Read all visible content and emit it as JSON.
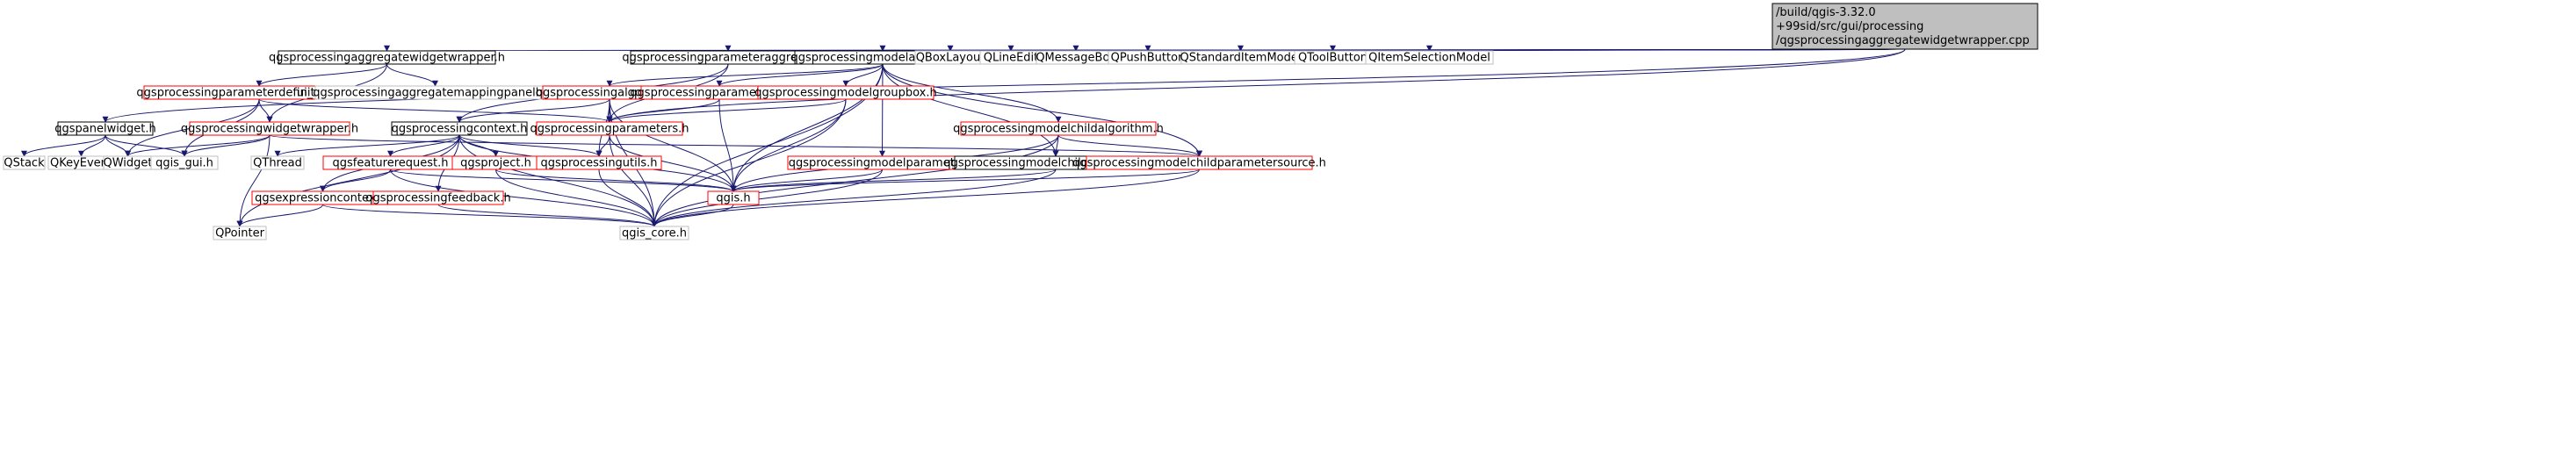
{
  "colors": {
    "root_fill": "#bfbfbf",
    "root_stroke": "#000000",
    "documented_stroke": "#000000",
    "undocumented_stroke": "#ff0000",
    "external_stroke": "#bfbfbf",
    "external_text": "#7f7f7f",
    "edge": "#191970",
    "background": "#ffffff"
  },
  "nodes": [
    {
      "id": "root",
      "kind": "root",
      "lines": [
        "/build/qgis-3.32.0",
        "+99sid/src/gui/processing",
        "/qgsprocessingaggregatewidgetwrapper.cpp"
      ]
    },
    {
      "id": "aggwidgetwrapper_h",
      "kind": "documented",
      "lines": [
        "qgsprocessingaggregatewidgetwrapper.h"
      ]
    },
    {
      "id": "paramaggregate_h",
      "kind": "documented",
      "lines": [
        "qgsprocessingparameteraggregate.h"
      ]
    },
    {
      "id": "modelalgorithm_h",
      "kind": "documented",
      "lines": [
        "qgsprocessingmodelalgorithm.h"
      ]
    },
    {
      "id": "QBoxLayout",
      "kind": "external",
      "lines": [
        "QBoxLayout"
      ]
    },
    {
      "id": "QLineEdit",
      "kind": "external",
      "lines": [
        "QLineEdit"
      ]
    },
    {
      "id": "QMessageBox",
      "kind": "external",
      "lines": [
        "QMessageBox"
      ]
    },
    {
      "id": "QPushButton",
      "kind": "external",
      "lines": [
        "QPushButton"
      ]
    },
    {
      "id": "QStandardItemModel",
      "kind": "external",
      "lines": [
        "QStandardItemModel"
      ]
    },
    {
      "id": "QToolButton",
      "kind": "external",
      "lines": [
        "QToolButton"
      ]
    },
    {
      "id": "QItemSelectionModel",
      "kind": "external",
      "lines": [
        "QItemSelectionModel"
      ]
    },
    {
      "id": "paramdefwidget_h",
      "kind": "undocumented",
      "lines": [
        "qgsprocessingparameterdefinitionwidget.h"
      ]
    },
    {
      "id": "ui_mappingpanel",
      "kind": "external",
      "lines": [
        "ui_qgsprocessingaggregatemappingpanelbase.h"
      ]
    },
    {
      "id": "algorithm_h",
      "kind": "undocumented",
      "lines": [
        "qgsprocessingalgorithm.h"
      ]
    },
    {
      "id": "paramtype_h",
      "kind": "undocumented",
      "lines": [
        "qgsprocessingparametertype.h"
      ]
    },
    {
      "id": "modelgroupbox_h",
      "kind": "undocumented",
      "lines": [
        "qgsprocessingmodelgroupbox.h"
      ]
    },
    {
      "id": "panelwidget_h",
      "kind": "documented",
      "lines": [
        "qgspanelwidget.h"
      ]
    },
    {
      "id": "widgetwrapper_h",
      "kind": "undocumented",
      "lines": [
        "qgsprocessingwidgetwrapper.h"
      ]
    },
    {
      "id": "context_h",
      "kind": "documented",
      "lines": [
        "qgsprocessingcontext.h"
      ]
    },
    {
      "id": "parameters_h",
      "kind": "undocumented",
      "lines": [
        "qgsprocessingparameters.h"
      ]
    },
    {
      "id": "modelchildalg_h",
      "kind": "undocumented",
      "lines": [
        "qgsprocessingmodelchildalgorithm.h"
      ]
    },
    {
      "id": "QStack",
      "kind": "external",
      "lines": [
        "QStack"
      ]
    },
    {
      "id": "QKeyEvent",
      "kind": "external",
      "lines": [
        "QKeyEvent"
      ]
    },
    {
      "id": "QWidget",
      "kind": "external",
      "lines": [
        "QWidget"
      ]
    },
    {
      "id": "qgis_gui_h",
      "kind": "external",
      "lines": [
        "qgis_gui.h"
      ]
    },
    {
      "id": "QThread",
      "kind": "external",
      "lines": [
        "QThread"
      ]
    },
    {
      "id": "featurerequest_h",
      "kind": "undocumented",
      "lines": [
        "qgsfeaturerequest.h"
      ]
    },
    {
      "id": "project_h",
      "kind": "undocumented",
      "lines": [
        "qgsproject.h"
      ]
    },
    {
      "id": "utils_h",
      "kind": "undocumented",
      "lines": [
        "qgsprocessingutils.h"
      ]
    },
    {
      "id": "modelparameter_h",
      "kind": "undocumented",
      "lines": [
        "qgsprocessingmodelparameter.h"
      ]
    },
    {
      "id": "childdependency_h",
      "kind": "documented",
      "lines": [
        "qgsprocessingmodelchilddependency.h"
      ]
    },
    {
      "id": "childparamsource_h",
      "kind": "undocumented",
      "lines": [
        "qgsprocessingmodelchildparametersource.h"
      ]
    },
    {
      "id": "exprcontext_h",
      "kind": "undocumented",
      "lines": [
        "qgsexpressioncontext.h"
      ]
    },
    {
      "id": "feedback_h",
      "kind": "undocumented",
      "lines": [
        "qgsprocessingfeedback.h"
      ]
    },
    {
      "id": "qgis_h",
      "kind": "undocumented",
      "lines": [
        "qgis.h"
      ]
    },
    {
      "id": "QPointer",
      "kind": "external",
      "lines": [
        "QPointer"
      ]
    },
    {
      "id": "qgis_core_h",
      "kind": "external",
      "lines": [
        "qgis_core.h"
      ]
    }
  ],
  "edges": [
    [
      "root",
      "aggwidgetwrapper_h"
    ],
    [
      "root",
      "paramaggregate_h"
    ],
    [
      "root",
      "modelalgorithm_h"
    ],
    [
      "root",
      "QBoxLayout"
    ],
    [
      "root",
      "QLineEdit"
    ],
    [
      "root",
      "QMessageBox"
    ],
    [
      "root",
      "QPushButton"
    ],
    [
      "root",
      "QStandardItemModel"
    ],
    [
      "root",
      "QToolButton"
    ],
    [
      "root",
      "QItemSelectionModel"
    ],
    [
      "root",
      "panelwidget_h"
    ],
    [
      "root",
      "parameters_h"
    ],
    [
      "aggwidgetwrapper_h",
      "paramdefwidget_h"
    ],
    [
      "aggwidgetwrapper_h",
      "ui_mappingpanel"
    ],
    [
      "aggwidgetwrapper_h",
      "widgetwrapper_h"
    ],
    [
      "paramaggregate_h",
      "parameters_h"
    ],
    [
      "paramaggregate_h",
      "context_h"
    ],
    [
      "modelalgorithm_h",
      "algorithm_h"
    ],
    [
      "modelalgorithm_h",
      "paramtype_h"
    ],
    [
      "modelalgorithm_h",
      "modelgroupbox_h"
    ],
    [
      "modelalgorithm_h",
      "modelchildalg_h"
    ],
    [
      "modelalgorithm_h",
      "modelparameter_h"
    ],
    [
      "modelalgorithm_h",
      "childdependency_h"
    ],
    [
      "modelalgorithm_h",
      "childparamsource_h"
    ],
    [
      "modelalgorithm_h",
      "qgis_h"
    ],
    [
      "modelalgorithm_h",
      "qgis_core_h"
    ],
    [
      "paramdefwidget_h",
      "widgetwrapper_h"
    ],
    [
      "paramdefwidget_h",
      "parameters_h"
    ],
    [
      "paramdefwidget_h",
      "QWidget"
    ],
    [
      "paramdefwidget_h",
      "qgis_gui_h"
    ],
    [
      "algorithm_h",
      "context_h"
    ],
    [
      "algorithm_h",
      "parameters_h"
    ],
    [
      "algorithm_h",
      "utils_h"
    ],
    [
      "algorithm_h",
      "qgis_h"
    ],
    [
      "algorithm_h",
      "qgis_core_h"
    ],
    [
      "paramtype_h",
      "parameters_h"
    ],
    [
      "paramtype_h",
      "qgis_h"
    ],
    [
      "modelgroupbox_h",
      "parameters_h"
    ],
    [
      "modelgroupbox_h",
      "qgis_h"
    ],
    [
      "modelgroupbox_h",
      "qgis_core_h"
    ],
    [
      "panelwidget_h",
      "QStack"
    ],
    [
      "panelwidget_h",
      "QKeyEvent"
    ],
    [
      "panelwidget_h",
      "QWidget"
    ],
    [
      "panelwidget_h",
      "qgis_gui_h"
    ],
    [
      "widgetwrapper_h",
      "QWidget"
    ],
    [
      "widgetwrapper_h",
      "qgis_gui_h"
    ],
    [
      "widgetwrapper_h",
      "QPointer"
    ],
    [
      "widgetwrapper_h",
      "childparamsource_h"
    ],
    [
      "context_h",
      "QThread"
    ],
    [
      "context_h",
      "featurerequest_h"
    ],
    [
      "context_h",
      "project_h"
    ],
    [
      "context_h",
      "utils_h"
    ],
    [
      "context_h",
      "exprcontext_h"
    ],
    [
      "context_h",
      "feedback_h"
    ],
    [
      "context_h",
      "qgis_h"
    ],
    [
      "context_h",
      "QPointer"
    ],
    [
      "context_h",
      "qgis_core_h"
    ],
    [
      "parameters_h",
      "utils_h"
    ],
    [
      "parameters_h",
      "qgis_h"
    ],
    [
      "parameters_h",
      "qgis_core_h"
    ],
    [
      "modelchildalg_h",
      "childdependency_h"
    ],
    [
      "modelchildalg_h",
      "childparamsource_h"
    ],
    [
      "modelchildalg_h",
      "qgis_h"
    ],
    [
      "modelchildalg_h",
      "qgis_core_h"
    ],
    [
      "featurerequest_h",
      "exprcontext_h"
    ],
    [
      "featurerequest_h",
      "qgis_h"
    ],
    [
      "featurerequest_h",
      "qgis_core_h"
    ],
    [
      "project_h",
      "qgis_h"
    ],
    [
      "project_h",
      "qgis_core_h"
    ],
    [
      "utils_h",
      "qgis_core_h"
    ],
    [
      "modelparameter_h",
      "qgis_h"
    ],
    [
      "modelparameter_h",
      "qgis_core_h"
    ],
    [
      "childdependency_h",
      "qgis_h"
    ],
    [
      "childdependency_h",
      "qgis_core_h"
    ],
    [
      "childparamsource_h",
      "qgis_h"
    ],
    [
      "childparamsource_h",
      "qgis_core_h"
    ],
    [
      "exprcontext_h",
      "QPointer"
    ],
    [
      "exprcontext_h",
      "qgis_core_h"
    ],
    [
      "feedback_h",
      "qgis_core_h"
    ],
    [
      "qgis_h",
      "qgis_core_h"
    ]
  ]
}
